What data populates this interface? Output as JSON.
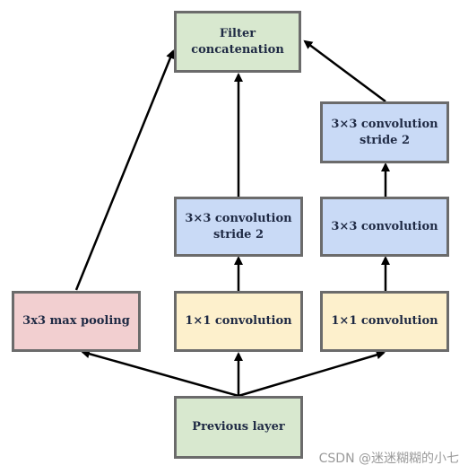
{
  "diagram": {
    "filter_concat": {
      "line1": "Filter",
      "line2": "concatenation"
    },
    "right_top_conv": {
      "line1": "3×3 convolution",
      "line2": "stride 2"
    },
    "mid_conv": {
      "line1": "3×3 convolution",
      "line2": "stride 2"
    },
    "right_mid_conv": {
      "label": "3×3 convolution"
    },
    "max_pool": {
      "label": "3x3 max pooling"
    },
    "mid_1x1": {
      "label": "1×1 convolution"
    },
    "right_1x1": {
      "label": "1×1 convolution"
    },
    "previous_layer": {
      "label": "Previous layer"
    }
  },
  "watermark": "CSDN @迷迷糊糊的小七",
  "colors": {
    "green": "#d8e8cf",
    "blue": "#c9daf6",
    "yellow": "#fdf0cc",
    "pink": "#f2cfd0",
    "border": "#6b6b6b",
    "arrow": "#000000"
  }
}
